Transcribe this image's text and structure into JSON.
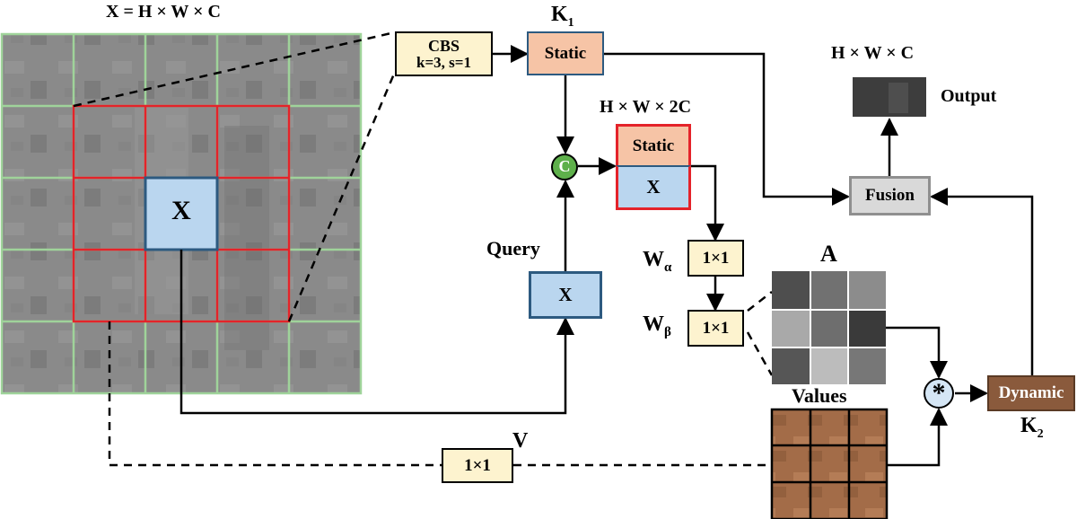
{
  "labels": {
    "input_shape": "X = H × W × C",
    "k1": "K",
    "k1_sub": "1",
    "k2": "K",
    "k2_sub": "2",
    "concat_shape": "H × W × 2C",
    "output_shape": "H × W × C",
    "output": "Output",
    "query": "Query",
    "w_alpha": "W",
    "w_alpha_sub": "α",
    "w_beta": "W",
    "w_beta_sub": "β",
    "a": "A",
    "values": "Values",
    "v": "V"
  },
  "boxes": {
    "cbs_line1": "CBS",
    "cbs_line2": "k=3, s=1",
    "static_top": "Static",
    "static_concat": "Static",
    "x_concat": "X",
    "x_query": "X",
    "x_center": "X",
    "fusion": "Fusion",
    "dynamic": "Dynamic",
    "conv_alpha": "1×1",
    "conv_beta": "1×1",
    "conv_v": "1×1"
  },
  "symbols": {
    "concat": "C",
    "multiply": "*"
  },
  "colors": {
    "grid_green": "#9fd39a",
    "window_red": "#e4232a",
    "query_blue": "#bad6ef",
    "box_blue_border": "#2d5a80",
    "static_peach": "#f6c4a6",
    "cream": "#fdf3cf",
    "concat_green": "#5eb04b",
    "fusion_gray": "#d9d9d9",
    "dynamic_brown": "#8a5a3c",
    "output_dark": "#3a3a3a"
  }
}
